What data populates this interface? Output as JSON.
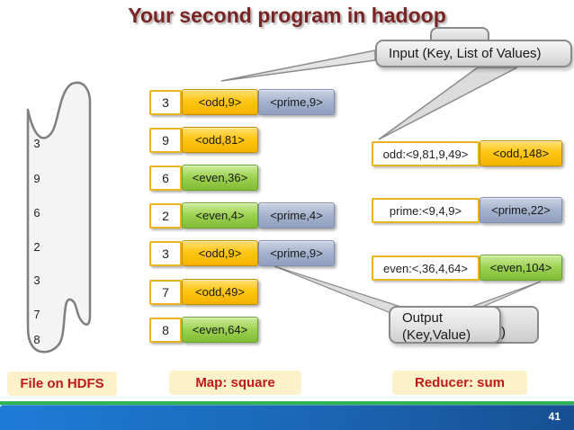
{
  "slide": {
    "title": "Your second program in hadoop",
    "page_number": "41"
  },
  "callouts": {
    "input_label": "Input (Key, List of Values)",
    "output_line1": "Output",
    "output_line2": "(Key,Value)",
    "output_back_fragment": ")"
  },
  "hdfs_file": {
    "values": [
      "3",
      "9",
      "6",
      "2",
      "3",
      "7",
      "8"
    ]
  },
  "map_rows": [
    {
      "key": "3",
      "outputs": [
        {
          "text": "<odd,9>",
          "color": "gold"
        },
        {
          "text": "<prime,9>",
          "color": "blue"
        }
      ]
    },
    {
      "key": "9",
      "outputs": [
        {
          "text": "<odd,81>",
          "color": "gold"
        }
      ]
    },
    {
      "key": "6",
      "outputs": [
        {
          "text": "<even,36>",
          "color": "green"
        }
      ]
    },
    {
      "key": "2",
      "outputs": [
        {
          "text": "<even,4>",
          "color": "green"
        },
        {
          "text": "<prime,4>",
          "color": "blue"
        }
      ]
    },
    {
      "key": "3",
      "outputs": [
        {
          "text": "<odd,9>",
          "color": "gold"
        },
        {
          "text": "<prime,9>",
          "color": "blue"
        }
      ]
    },
    {
      "key": "7",
      "outputs": [
        {
          "text": "<odd,49>",
          "color": "gold"
        }
      ]
    },
    {
      "key": "8",
      "outputs": [
        {
          "text": "<even,64>",
          "color": "green"
        }
      ]
    }
  ],
  "reduce_rows": [
    {
      "input": "odd:<9,81,9,49>",
      "output": "<odd,148>",
      "color": "gold"
    },
    {
      "input": "prime:<9,4,9>",
      "output": "<prime,22>",
      "color": "blue"
    },
    {
      "input": "even:<,36,4,64>",
      "output": "<even,104>",
      "color": "green"
    }
  ],
  "labels": {
    "hdfs": "File on HDFS",
    "map": "Map: square",
    "reducer": "Reducer: sum"
  },
  "colors": {
    "title_text": "#7A2424",
    "label_text": "#BE1A1A",
    "label_background": "#FCF1C9",
    "gold_box": "#FEC714",
    "green_box": "#9BD14F",
    "blue_gray_box": "#A4B2CD",
    "box_border_gold": "#EBB41F",
    "callout_gray": "#E3E3E3",
    "footer_green_line": "#2EB357",
    "footer_blue_bar": "#1B66B4"
  }
}
